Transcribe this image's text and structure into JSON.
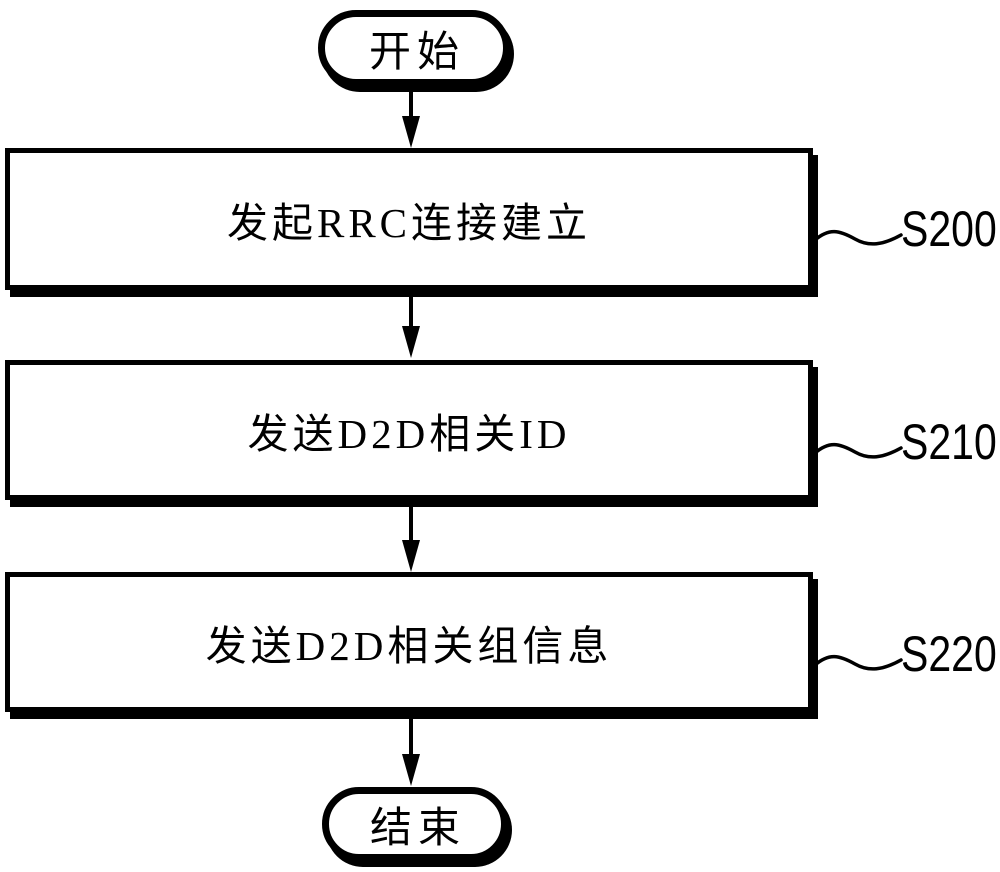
{
  "diagram": {
    "type": "flowchart",
    "background_color": "#ffffff",
    "stroke_color": "#000000",
    "start_node": {
      "label": "开始"
    },
    "end_node": {
      "label": "结束"
    },
    "steps": [
      {
        "text": "发起RRC连接建立",
        "ref": "S200"
      },
      {
        "text": "发送D2D相关ID",
        "ref": "S210"
      },
      {
        "text": "发送D2D相关组信息",
        "ref": "S220"
      }
    ]
  }
}
